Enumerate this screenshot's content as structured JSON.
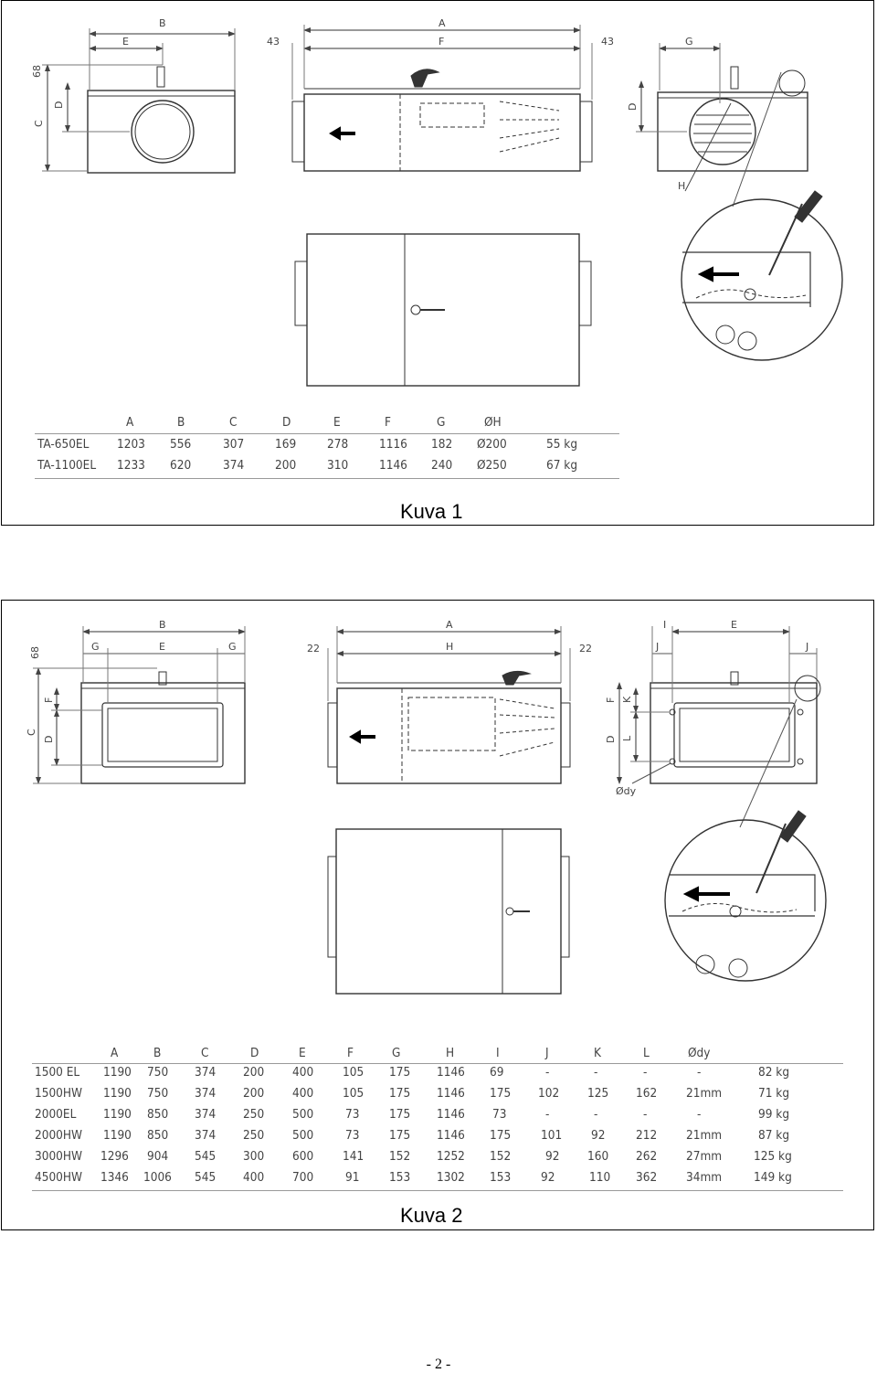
{
  "figure1": {
    "caption": "Kuva 1",
    "dims": {
      "top_b": "B",
      "top_e": "E",
      "left_68": "68",
      "left_c": "C",
      "left_d": "D",
      "front_43_left": "43",
      "front_43_right": "43",
      "front_a": "A",
      "front_f": "F",
      "side_g": "G",
      "side_d": "D",
      "side_h": "H"
    },
    "table": {
      "headers": [
        "A",
        "B",
        "C",
        "D",
        "E",
        "F",
        "G",
        "ØH"
      ],
      "rows": [
        {
          "model": "TA-650EL",
          "cells": [
            "1203",
            "556",
            "307",
            "169",
            "278",
            "1116",
            "182",
            "Ø200"
          ],
          "weight": "55 kg"
        },
        {
          "model": "TA-1100EL",
          "cells": [
            "1233",
            "620",
            "374",
            "200",
            "310",
            "1146",
            "240",
            "Ø250"
          ],
          "weight": "67 kg"
        }
      ]
    }
  },
  "figure2": {
    "caption": "Kuva 2",
    "dims": {
      "top_b": "B",
      "top_g_left": "G",
      "top_e": "E",
      "top_g_right": "G",
      "left_68": "68",
      "left_c": "C",
      "left_f": "F",
      "left_d": "D",
      "front_22_left": "22",
      "front_22_right": "22",
      "front_a": "A",
      "front_h": "H",
      "side_i": "I",
      "side_e": "E",
      "side_j_left": "J",
      "side_j_right": "J",
      "side_f": "F",
      "side_k": "K",
      "side_d": "D",
      "side_l": "L",
      "side_ody": "Ødy"
    },
    "table": {
      "headers": [
        "A",
        "B",
        "C",
        "D",
        "E",
        "F",
        "G",
        "H",
        "I",
        "J",
        "K",
        "L",
        "Ødy"
      ],
      "rows": [
        {
          "model": "1500 EL",
          "cells": [
            "1190",
            "750",
            "374",
            "200",
            "400",
            "105",
            "175",
            "1146",
            "69",
            "-",
            "-",
            "-",
            "-"
          ],
          "weight": "82 kg"
        },
        {
          "model": "1500HW",
          "cells": [
            "1190",
            "750",
            "374",
            "200",
            "400",
            "105",
            "175",
            "1146",
            "175",
            "102",
            "125",
            "162",
            "21mm"
          ],
          "weight": "71 kg"
        },
        {
          "model": "2000EL",
          "cells": [
            "1190",
            "850",
            "374",
            "250",
            "500",
            "73",
            "175",
            "1146",
            "73",
            "-",
            "-",
            "-",
            "-"
          ],
          "weight": "99 kg"
        },
        {
          "model": "2000HW",
          "cells": [
            "1190",
            "850",
            "374",
            "250",
            "500",
            "73",
            "175",
            "1146",
            "175",
            "101",
            "92",
            "212",
            "21mm"
          ],
          "weight": "87 kg"
        },
        {
          "model": "3000HW",
          "cells": [
            "1296",
            "904",
            "545",
            "300",
            "600",
            "141",
            "152",
            "1252",
            "152",
            "92",
            "160",
            "262",
            "27mm"
          ],
          "weight": "125 kg"
        },
        {
          "model": "4500HW",
          "cells": [
            "1346",
            "1006",
            "545",
            "400",
            "700",
            "91",
            "153",
            "1302",
            "153",
            "92",
            "110",
            "362",
            "34mm"
          ],
          "weight": "149 kg"
        }
      ]
    }
  },
  "page_number": "- 2 -"
}
